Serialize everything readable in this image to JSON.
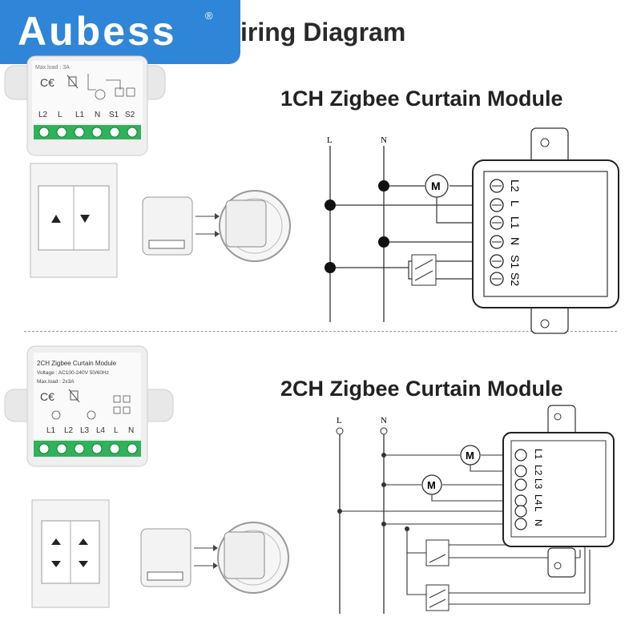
{
  "brand": {
    "name": "Aubess",
    "reg_mark": "®"
  },
  "diagram_title": "iring Diagram",
  "sections": [
    {
      "title": "1CH Zigbee Curtain Module",
      "product_label": {
        "line1": "Max.load : 3A",
        "terminals": [
          "L2",
          "L",
          "L1",
          "N",
          "S1",
          "S2"
        ]
      },
      "line_labels": [
        "L",
        "N"
      ],
      "motor_label": "M",
      "terminal_labels": [
        "L2",
        "L",
        "L1",
        "N",
        "S1",
        "S2"
      ]
    },
    {
      "title": "2CH Zigbee Curtain Module",
      "product_label": {
        "line1": "2CH Zigbee Curtain Module",
        "line2": "Voltage : AC100-240V 50/60Hz",
        "line3": "Max.load : 2x3A",
        "terminals": [
          "L1",
          "L2",
          "L3",
          "L4",
          "L",
          "N"
        ]
      },
      "line_labels": [
        "L",
        "N"
      ],
      "motor_label": "M",
      "terminal_labels": [
        "L1",
        "L2",
        "L3",
        "L4",
        "L",
        "N"
      ]
    }
  ],
  "colors": {
    "brand_blue": "#2f86d8",
    "terminal_green": "#2fb25a",
    "wire": "#333333"
  },
  "icons": [
    "up-arrow-icon",
    "down-arrow-icon",
    "ce-mark-icon",
    "weee-bin-icon",
    "motor-icon",
    "switch-icon"
  ]
}
